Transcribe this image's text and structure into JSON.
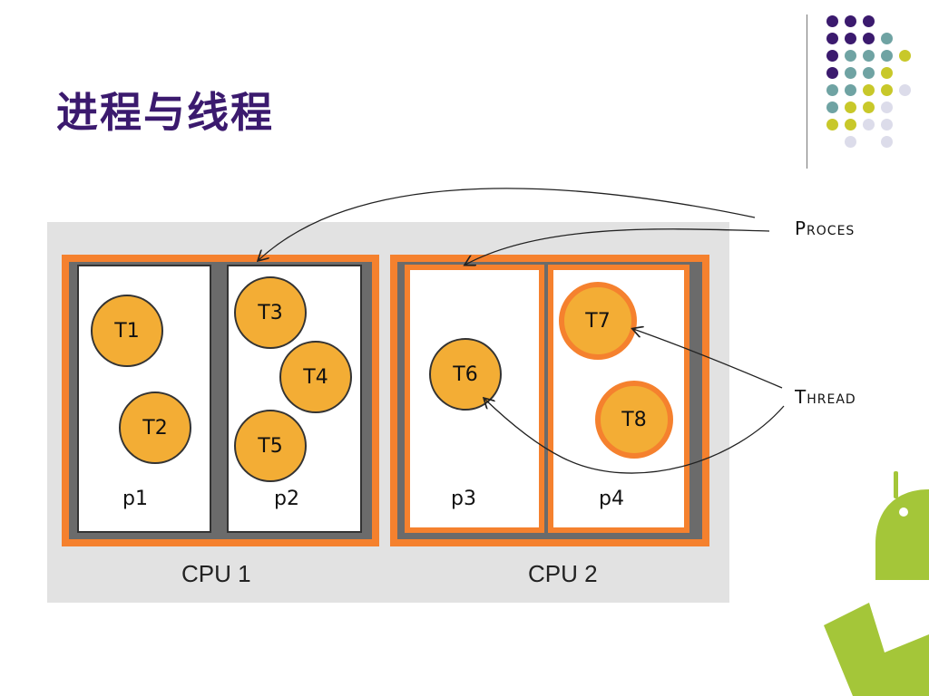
{
  "title": "进程与线程",
  "labels": {
    "process": "Proces",
    "thread": "Thread"
  },
  "cpus": [
    {
      "label": "CPU 1",
      "processes": [
        {
          "label": "p1",
          "threads": [
            "T1",
            "T2"
          ]
        },
        {
          "label": "p2",
          "threads": [
            "T3",
            "T4",
            "T5"
          ]
        }
      ]
    },
    {
      "label": "CPU 2",
      "processes": [
        {
          "label": "p3",
          "threads": [
            "T6"
          ]
        },
        {
          "label": "p4",
          "threads": [
            "T7",
            "T8"
          ]
        }
      ]
    }
  ],
  "colors": {
    "title": "#3b1a6e",
    "cpu_frame": "#f5812e",
    "thread_fill": "#f3ad35",
    "android_green": "#a4c639"
  }
}
